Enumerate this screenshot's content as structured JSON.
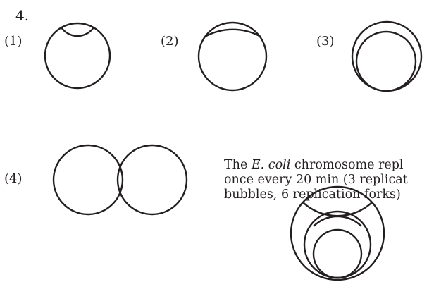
{
  "question_number": "4.",
  "panels": [
    {
      "label": "(1)"
    },
    {
      "label": "(2)"
    },
    {
      "label": "(3)"
    },
    {
      "label": "(4)"
    }
  ],
  "note": {
    "line1_before": "The ",
    "line1_species": "E. coli",
    "line1_after": " chromosome repl",
    "line2": "once every 20 min (3 replicat",
    "line3": "bubbles, 6 replication forks)"
  }
}
